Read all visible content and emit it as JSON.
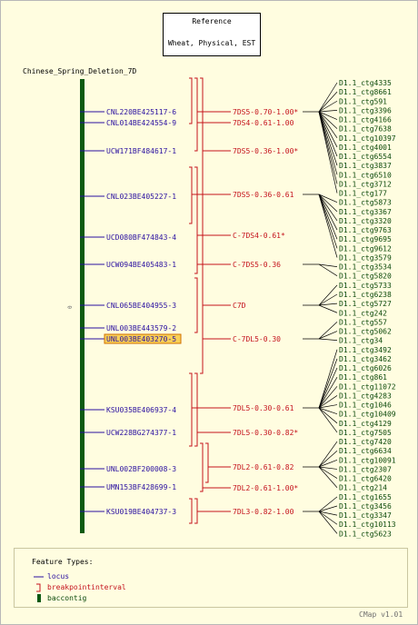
{
  "reference": {
    "title": "Reference",
    "subtitle": "Wheat, Physical, EST"
  },
  "map": {
    "name": "Chinese_Spring_Deletion_7D",
    "scale_marker": "0",
    "loci": [
      {
        "label": "CNL220BE425117-6",
        "highlighted": false
      },
      {
        "label": "CNL014BE424554-9",
        "highlighted": false
      },
      {
        "label": "UCW171BF484617-1",
        "highlighted": false
      },
      {
        "label": "CNL023BE405227-1",
        "highlighted": false
      },
      {
        "label": "UCD080BF474843-4",
        "highlighted": false
      },
      {
        "label": "UCW094BE405483-1",
        "highlighted": false
      },
      {
        "label": "CNL065BE404955-3",
        "highlighted": false
      },
      {
        "label": "UNL003BE443579-2",
        "highlighted": false
      },
      {
        "label": "UNL003BE403270-5",
        "highlighted": true
      },
      {
        "label": "KSU035BE406937-4",
        "highlighted": false
      },
      {
        "label": "UCW228BG274377-1",
        "highlighted": false
      },
      {
        "label": "UNL002BF200008-3",
        "highlighted": false
      },
      {
        "label": "UMN153BF428699-1",
        "highlighted": false
      },
      {
        "label": "KSU019BE404737-3",
        "highlighted": false
      }
    ],
    "intervals": [
      {
        "label": "7DS5-0.70-1.00*"
      },
      {
        "label": "7DS4-0.61-1.00"
      },
      {
        "label": "7DS5-0.36-1.00*"
      },
      {
        "label": "7DS5-0.36-0.61"
      },
      {
        "label": "C-7DS4-0.61*"
      },
      {
        "label": "C-7DS5-0.36"
      },
      {
        "label": "C7D"
      },
      {
        "label": "C-7DL5-0.30"
      },
      {
        "label": "7DL5-0.30-0.61"
      },
      {
        "label": "7DL5-0.30-0.82*"
      },
      {
        "label": "7DL2-0.61-0.82"
      },
      {
        "label": "7DL2-0.61-1.00*"
      },
      {
        "label": "7DL3-0.82-1.00"
      }
    ],
    "contigs": [
      "D1.1_ctg4335",
      "D1.1_ctg8661",
      "D1.1_ctg591",
      "D1.1_ctg3396",
      "D1.1_ctg4166",
      "D1.1_ctg7638",
      "D1.1_ctg10397",
      "D1.1_ctg4001",
      "D1.1_ctg6554",
      "D1.1_ctg3837",
      "D1.1_ctg6510",
      "D1.1_ctg3712",
      "D1.1_ctg177",
      "D1.1_ctg5873",
      "D1.1_ctg3367",
      "D1.1_ctg3320",
      "D1.1_ctg9763",
      "D1.1_ctg9695",
      "D1.1_ctg9612",
      "D1.1_ctg3579",
      "D1.1_ctg3534",
      "D1.1_ctg5820",
      "D1.1_ctg5733",
      "D1.1_ctg6238",
      "D1.1_ctg5727",
      "D1.1_ctg242",
      "D1.1_ctg557",
      "D1.1_ctg5062",
      "D1.1_ctg34",
      "D1.1_ctg3492",
      "D1.1_ctg3462",
      "D1.1_ctg6026",
      "D1.1_ctg861",
      "D1.1_ctg11072",
      "D1.1_ctg4283",
      "D1.1_ctg1046",
      "D1.1_ctg10409",
      "D1.1_ctg4129",
      "D1.1_ctg7505",
      "D1.1_ctg7420",
      "D1.1_ctg6634",
      "D1.1_ctg10091",
      "D1.1_ctg2307",
      "D1.1_ctg6420",
      "D1.1_ctg214",
      "D1.1_ctg1655",
      "D1.1_ctg3456",
      "D1.1_ctg3347",
      "D1.1_ctg10113",
      "D1.1_ctg5623"
    ],
    "colors": {
      "locus": "#2a10a0",
      "interval": "#c4121c",
      "contig": "#0c4a0c",
      "connector": "#000000",
      "highlight_fill": "#f8d058",
      "highlight_border": "#d07000"
    }
  },
  "legend": {
    "title": "Feature Types:",
    "items": [
      {
        "label": "locus",
        "icon": "locus-line-icon"
      },
      {
        "label": "breakpointinterval",
        "icon": "bracket-icon"
      },
      {
        "label": "baccontig",
        "icon": "contig-bar-icon"
      }
    ]
  },
  "footer": "CMap v1.01"
}
